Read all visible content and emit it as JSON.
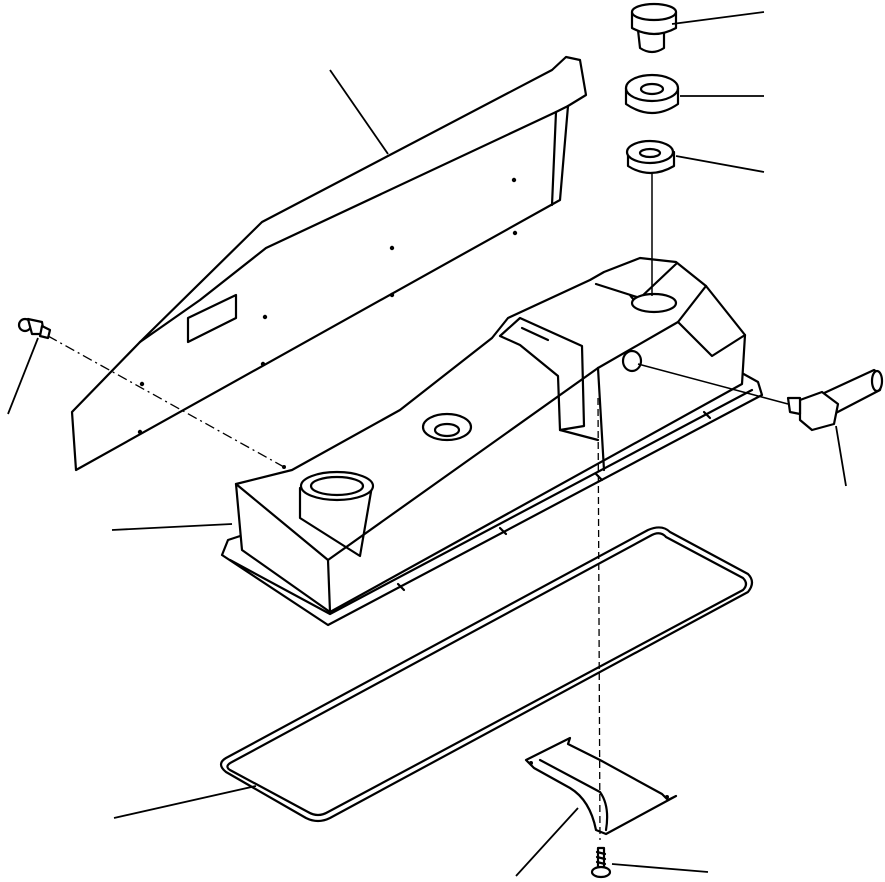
{
  "diagram": {
    "type": "exploded parts drawing",
    "parts": [
      {
        "name": "cap"
      },
      {
        "name": "washer-upper"
      },
      {
        "name": "washer-lower"
      },
      {
        "name": "cover-plate"
      },
      {
        "name": "bolt-left"
      },
      {
        "name": "cylinder-head-cover"
      },
      {
        "name": "elbow-fitting"
      },
      {
        "name": "gasket"
      },
      {
        "name": "bracket"
      },
      {
        "name": "screw"
      }
    ],
    "callout_labels_printed": false
  }
}
